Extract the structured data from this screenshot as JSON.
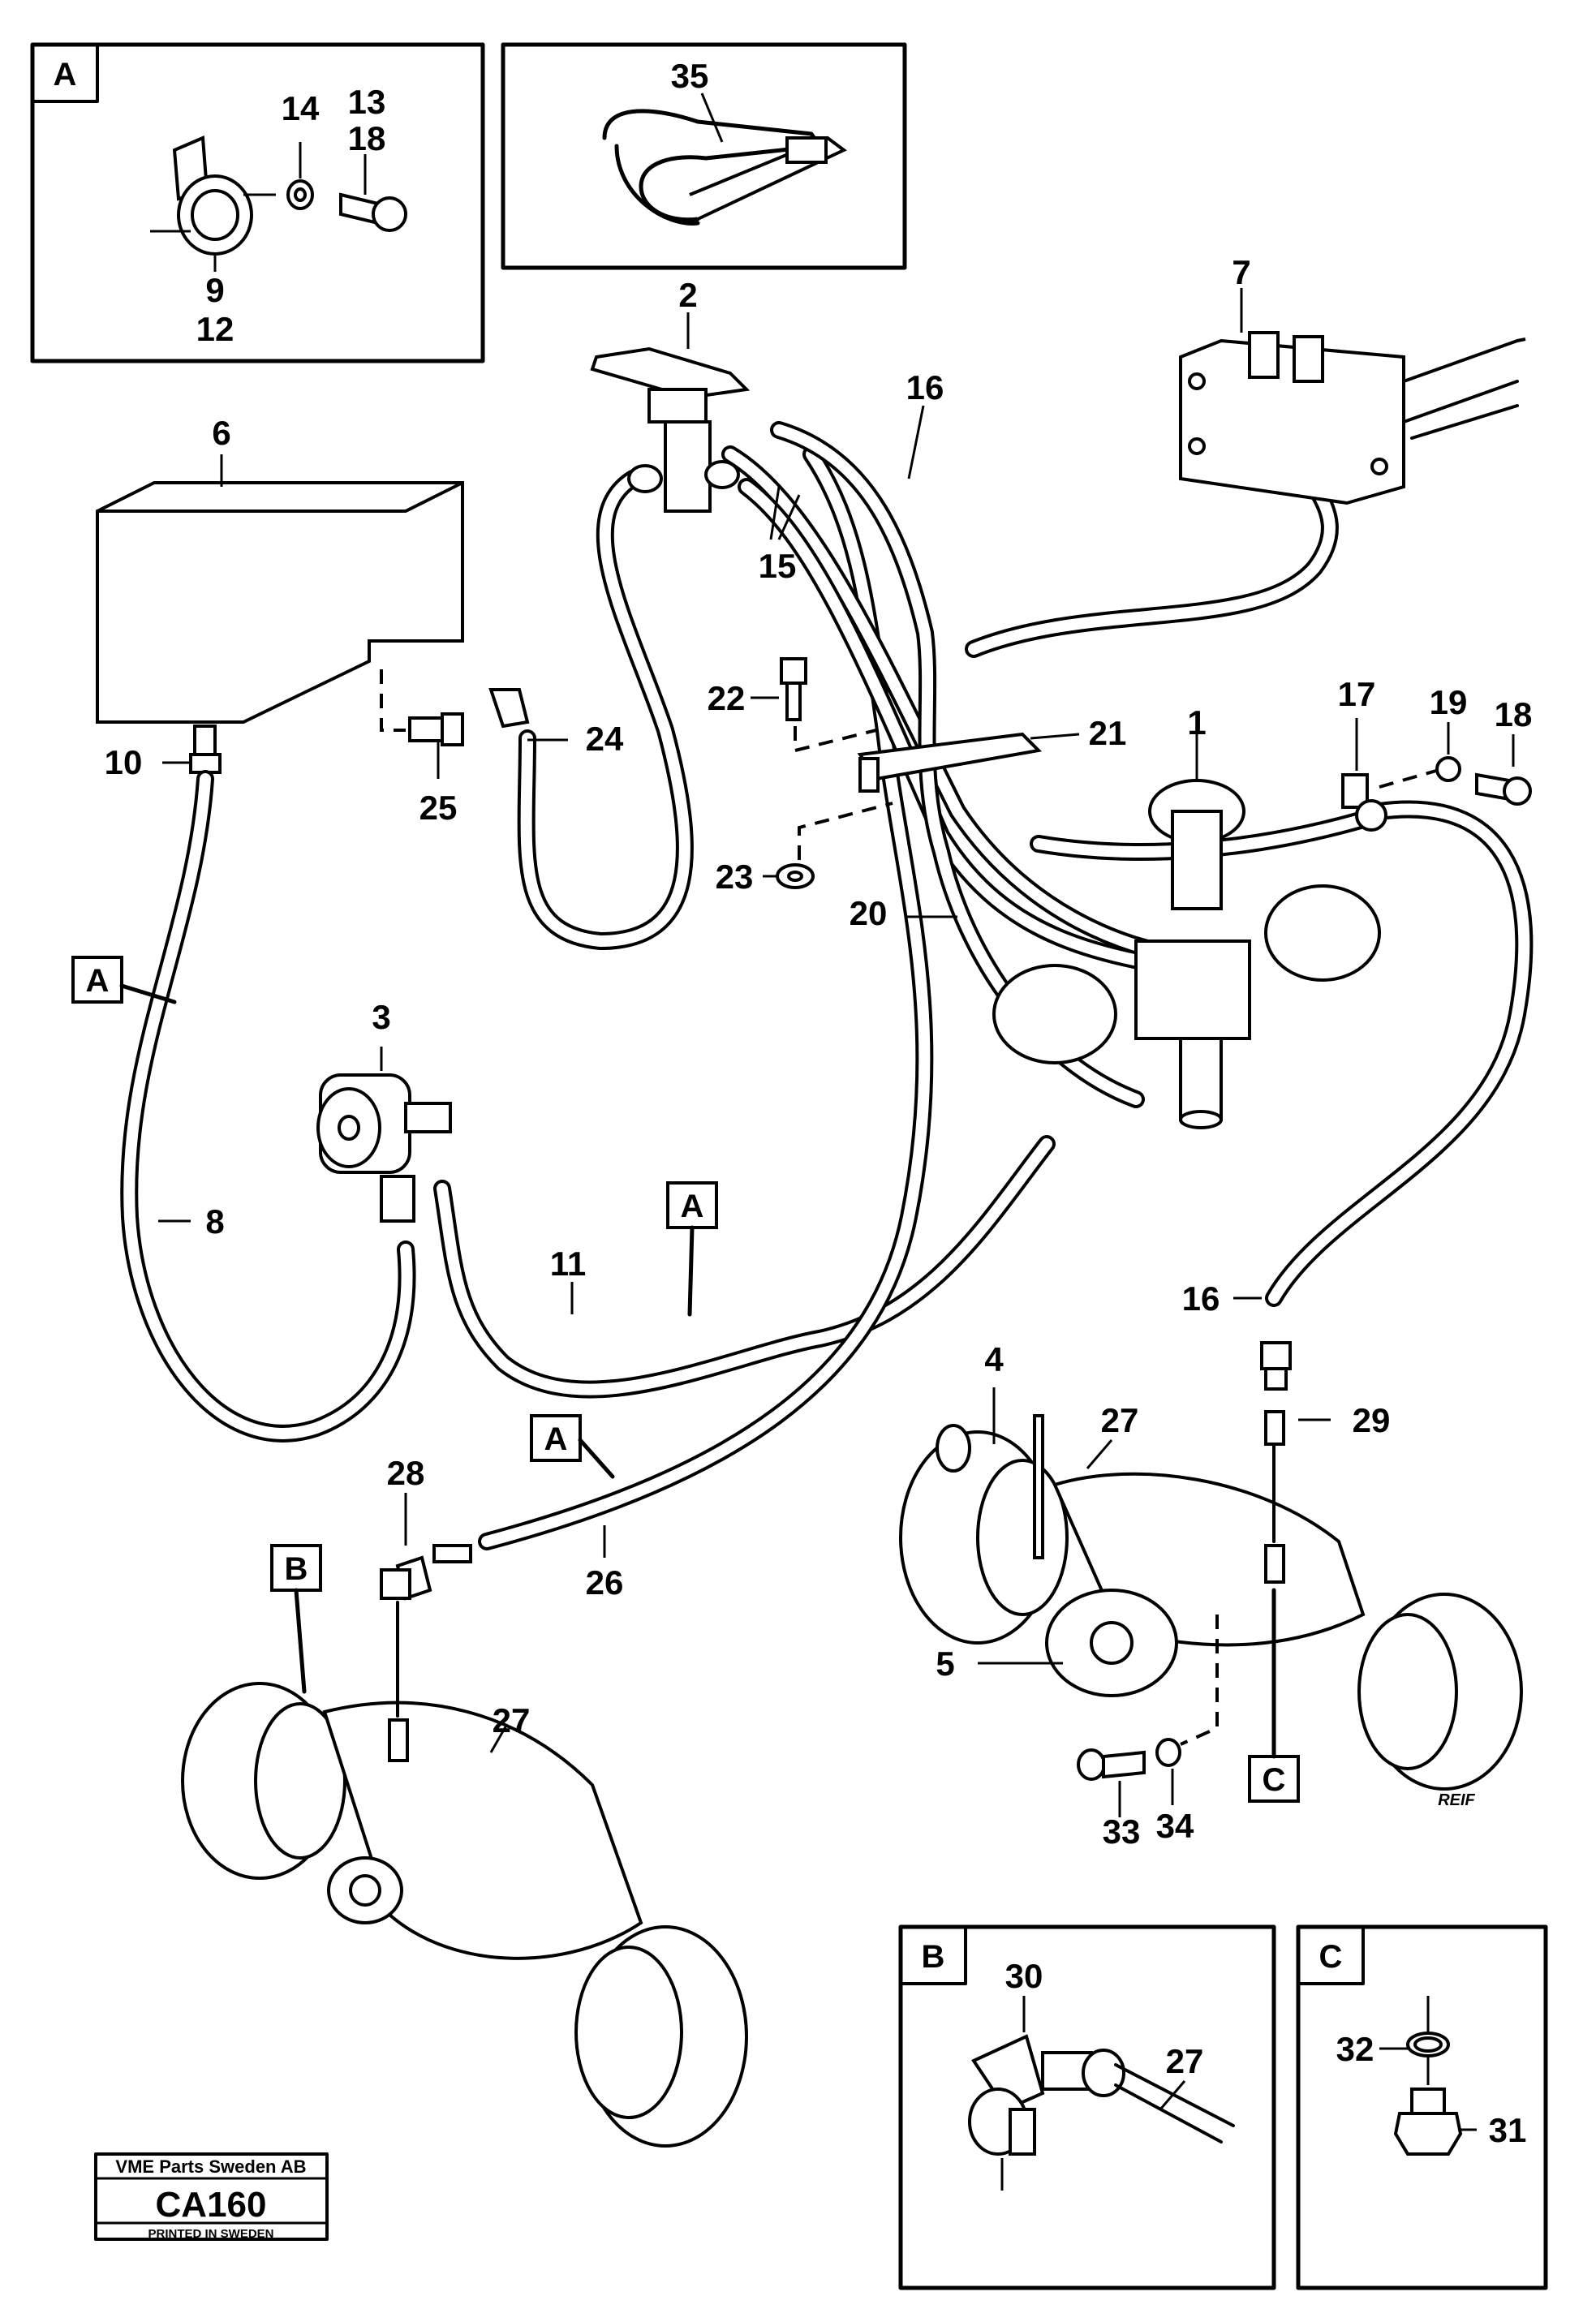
{
  "callouts": {
    "c1": "1",
    "c2": "2",
    "c3": "3",
    "c4": "4",
    "c5": "5",
    "c6": "6",
    "c7": "7",
    "c8": "8",
    "c9": "9",
    "c10": "10",
    "c11": "11",
    "c12": "12",
    "c13": "13",
    "c14": "14",
    "c15": "15",
    "c16a": "16",
    "c16b": "16",
    "c17": "17",
    "c18a": "18",
    "c18b": "18",
    "c19": "19",
    "c20": "20",
    "c21": "21",
    "c22": "22",
    "c23": "23",
    "c24": "24",
    "c25": "25",
    "c26": "26",
    "c27a": "27",
    "c27b": "27",
    "c27c": "27",
    "c28": "28",
    "c29": "29",
    "c30": "30",
    "c31": "31",
    "c32": "32",
    "c33": "33",
    "c34": "34",
    "c35": "35"
  },
  "detail_boxes": {
    "a": "A",
    "b": "B",
    "c": "C"
  },
  "flags": {
    "a1": "A",
    "a2": "A",
    "a3": "A",
    "b": "B",
    "c": "C"
  },
  "footer": {
    "company": "VME Parts Sweden AB",
    "code": "CA160",
    "printed": "PRINTED IN SWEDEN"
  },
  "signature": "REIF"
}
